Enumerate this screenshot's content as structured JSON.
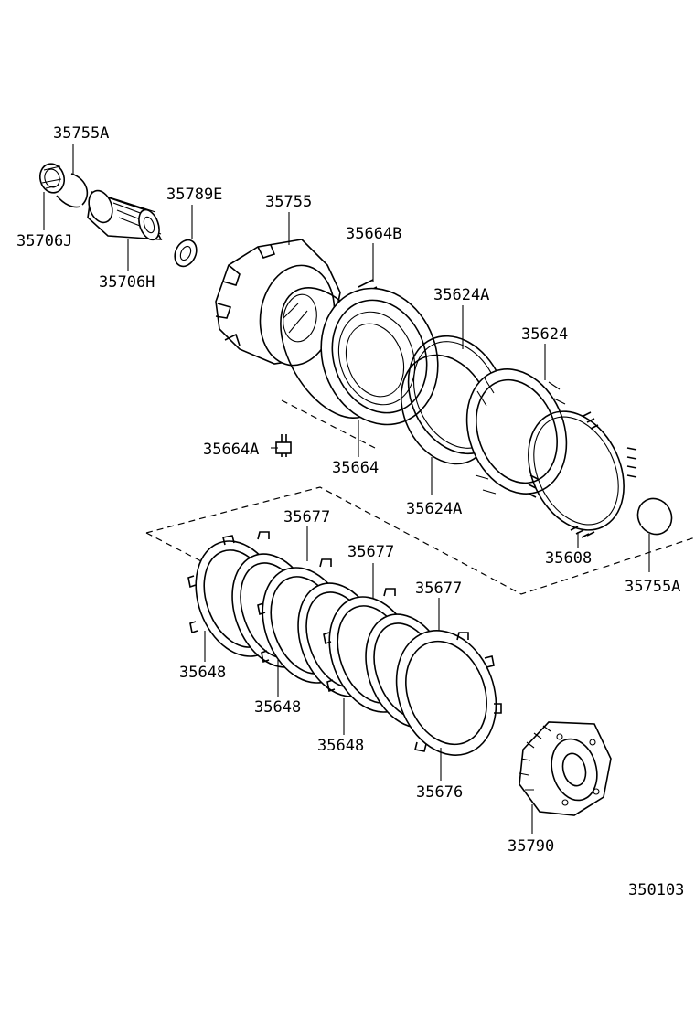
{
  "diagram": {
    "part_labels": [
      "35755A",
      "35706J",
      "35706H",
      "35789E",
      "35755",
      "35664B",
      "35624A",
      "35624",
      "35664A",
      "35664",
      "35624A",
      "35608",
      "35755A",
      "35677",
      "35677",
      "35677",
      "35648",
      "35648",
      "35648",
      "35676",
      "35790"
    ],
    "drawing_number": "350103"
  }
}
